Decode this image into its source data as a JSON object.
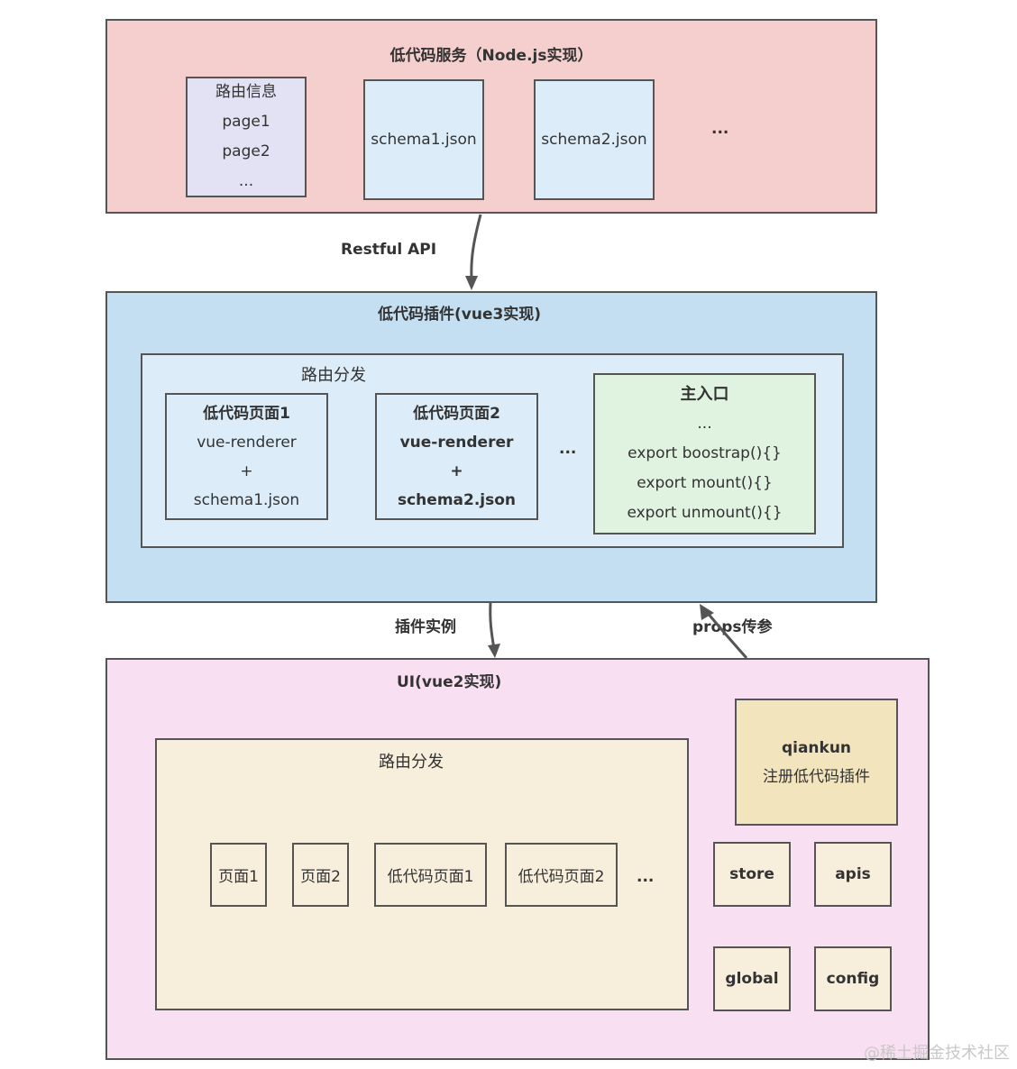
{
  "service": {
    "title": "低代码服务（Node.js实现）",
    "routes": [
      "路由信息",
      "page1",
      "page2",
      "..."
    ],
    "schema1": "schema1.json",
    "schema2": "schema2.json",
    "more": "..."
  },
  "api_label": "Restful API",
  "plugin": {
    "title": "低代码插件(vue3实现)",
    "router_label": "路由分发",
    "page1": {
      "title": "低代码页面1",
      "lines": [
        "vue-renderer",
        "+",
        "schema1.json"
      ]
    },
    "page2": {
      "title": "低代码页面2",
      "lines": [
        "vue-renderer",
        "+",
        "schema2.json"
      ]
    },
    "more": "...",
    "entry": {
      "title": "主入口",
      "lines": [
        "...",
        "export boostrap(){}",
        "export mount(){}",
        "export unmount(){}"
      ]
    }
  },
  "instance_label": "插件实例",
  "props_label": "props传参",
  "ui": {
    "title": "UI(vue2实现)",
    "router_label": "路由分发",
    "pages": [
      "页面1",
      "页面2",
      "低代码页面1",
      "低代码页面2"
    ],
    "more": "...",
    "qiankun": {
      "title": "qiankun",
      "subtitle": "注册低代码插件"
    },
    "modules": [
      "store",
      "apis",
      "global",
      "config"
    ]
  },
  "watermark": "@稀土掘金技术社区"
}
